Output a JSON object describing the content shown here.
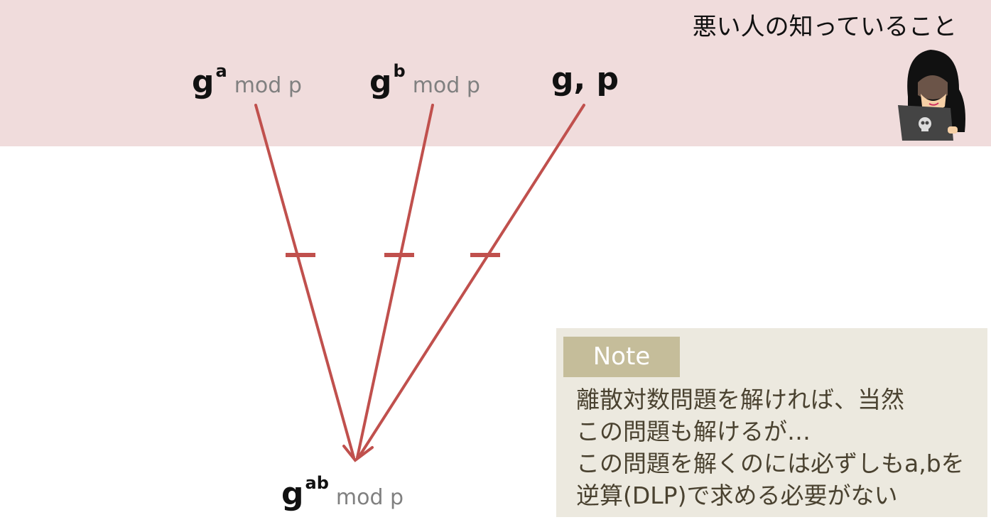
{
  "header": {
    "title": "悪い人の知っていること"
  },
  "terms": {
    "ga": {
      "base": "g",
      "exp": "a",
      "mod": "mod p"
    },
    "gb": {
      "base": "g",
      "exp": "b",
      "mod": "mod p"
    },
    "gp": {
      "text": "g, p"
    },
    "gab": {
      "base": "g",
      "exp": "ab",
      "mod": "mod p"
    }
  },
  "note": {
    "label": "Note",
    "lines": [
      "離散対数問題を解ければ、当然",
      "この問題も解けるが…",
      "この問題を解くのには必ずしもa,bを",
      "逆算(DLP)で求める必要がない"
    ]
  },
  "colors": {
    "band": "#f0dcdc",
    "arrow": "#c0504d",
    "note_bg": "#ece9df",
    "note_label": "#c5bd9a",
    "note_text": "#4a4230"
  }
}
